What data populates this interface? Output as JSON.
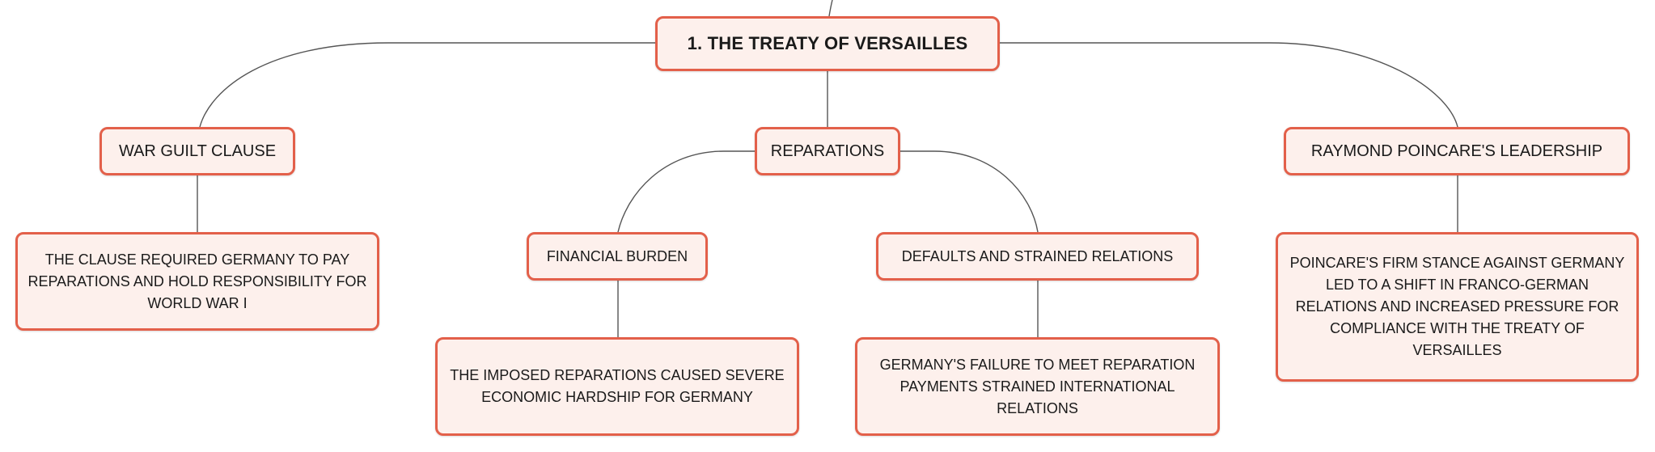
{
  "mindmap": {
    "root": "1. THE TREATY OF VERSAILLES",
    "branches": [
      {
        "label": "WAR GUILT CLAUSE",
        "detail": "THE CLAUSE REQUIRED GERMANY TO PAY REPARATIONS AND HOLD RESPONSIBILITY FOR WORLD WAR I"
      },
      {
        "label": "REPARATIONS",
        "children": [
          {
            "label": "FINANCIAL BURDEN",
            "detail": "THE IMPOSED REPARATIONS CAUSED SEVERE ECONOMIC HARDSHIP FOR GERMANY"
          },
          {
            "label": "DEFAULTS AND STRAINED RELATIONS",
            "detail": "GERMANY'S FAILURE TO MEET REPARATION PAYMENTS STRAINED INTERNATIONAL RELATIONS"
          }
        ]
      },
      {
        "label": "RAYMOND POINCARE'S LEADERSHIP",
        "detail": "POINCARE'S FIRM STANCE AGAINST GERMANY LED TO A SHIFT IN FRANCO-GERMAN RELATIONS AND INCREASED PRESSURE FOR COMPLIANCE WITH THE TREATY OF VERSAILLES"
      }
    ]
  },
  "colors": {
    "node_border": "#e3604a",
    "node_fill": "#fdf0ec",
    "connector": "#555555",
    "text": "#1a1a1a"
  }
}
